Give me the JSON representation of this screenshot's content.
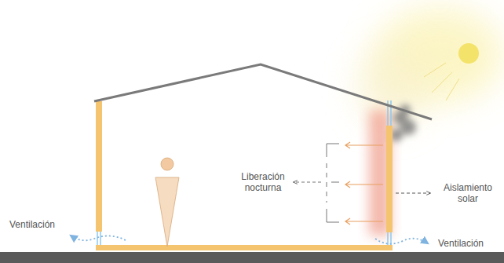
{
  "diagram": {
    "labels": [
      "Liberación nocturna",
      "Aislamiento solar",
      "Ventilación",
      "Ventilación"
    ]
  }
}
